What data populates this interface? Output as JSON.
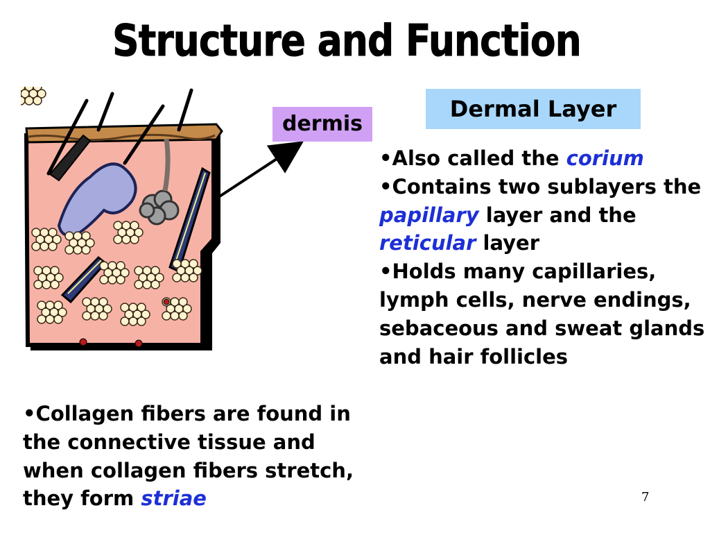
{
  "slide": {
    "title": "Structure and Function",
    "page_number": "7"
  },
  "labels": {
    "dermal_layer": "Dermal Layer",
    "dermis": "dermis"
  },
  "bullets_right": {
    "b1_prefix": "•Also called the ",
    "b1_term": "corium",
    "b2_prefix": "•Contains two sublayers the ",
    "b2_term1": "papillary",
    "b2_mid": " layer and the ",
    "b2_term2": "reticular",
    "b2_suffix": " layer",
    "b3": "•Holds many capillaries, lymph cells, nerve endings, sebaceous and sweat glands and hair follicles"
  },
  "bullet_left": {
    "prefix": "•Collagen fibers are found in the connective tissue and when collagen fibers stretch, they form ",
    "term": "striae"
  },
  "colors": {
    "dermal_label_bg": "#a9d7fb",
    "dermis_label_bg": "#d0a0f5",
    "emphasis_text": "#1d2fd6",
    "dermis_tissue": "#f7b2a6",
    "fat_cells": "#fff3cf",
    "epidermis": "#c48a4a"
  },
  "illustration": {
    "icon": "skin-cross-section-icon"
  }
}
